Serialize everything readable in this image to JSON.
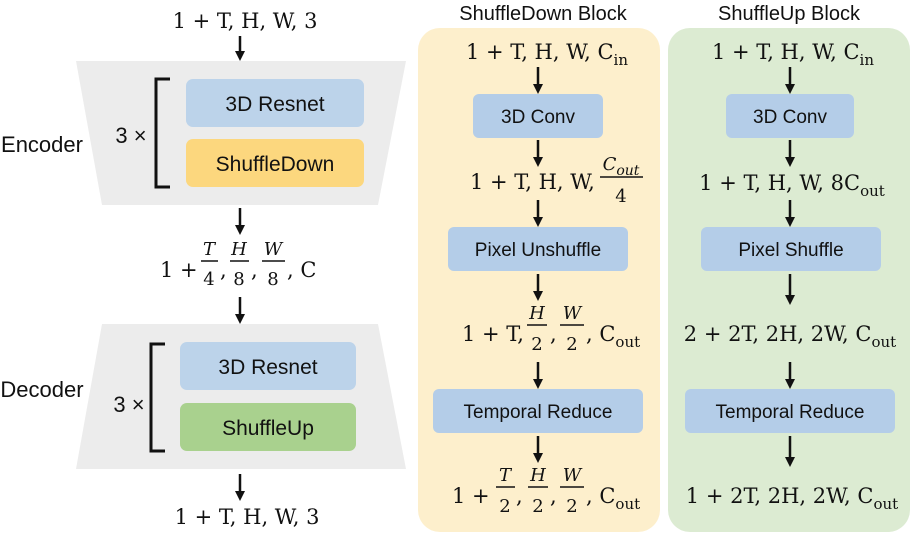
{
  "colors": {
    "trapezoid": "#ececec",
    "resnet_box": "#bcd3ea",
    "shuffledown_box": "#fcd77e",
    "shuffleup_box": "#a9d18e",
    "down_panel": "#fdefcc",
    "up_panel": "#dcebd2",
    "op_box": "#b4cde8",
    "ink": "#111111"
  },
  "left": {
    "input_shape": "1 + T, H, W, 3",
    "encoder": {
      "label": "Encoder",
      "repeat": "3 ×",
      "block1": "3D Resnet",
      "block2": "ShuffleDown"
    },
    "latent_shape": {
      "prefix": "1 +",
      "f1_num": "T",
      "f1_den": "4",
      "f2_num": "H",
      "f2_den": "8",
      "f3_num": "W",
      "f3_den": "8",
      "suffix": ", C"
    },
    "decoder": {
      "label": "Decoder",
      "repeat": "3 ×",
      "block1": "3D Resnet",
      "block2": "ShuffleUp"
    },
    "output_shape": "1 + T, H, W, 3"
  },
  "shuffledown": {
    "title": "ShuffleDown Block",
    "s1": {
      "main": "1 + T, H, W, C",
      "sub": "in"
    },
    "op1": "3D Conv",
    "s2": {
      "prefix": "1 + T, H, W,",
      "num_main": "C",
      "num_sub": "out",
      "den": "4"
    },
    "op2": "Pixel Unshuffle",
    "s3": {
      "prefix": "1 + T,",
      "f1_num": "H",
      "f1_den": "2",
      "f2_num": "W",
      "f2_den": "2",
      "suffix_main": ", C",
      "suffix_sub": "out"
    },
    "op3": "Temporal Reduce",
    "s4": {
      "prefix": "1 +",
      "f1_num": "T",
      "f1_den": "2",
      "f2_num": "H",
      "f2_den": "2",
      "f3_num": "W",
      "f3_den": "2",
      "suffix_main": ", C",
      "suffix_sub": "out"
    }
  },
  "shuffleup": {
    "title": "ShuffleUp Block",
    "s1": {
      "main": "1 + T, H, W, C",
      "sub": "in"
    },
    "op1": "3D Conv",
    "s2": {
      "main": "1 + T, H, W, 8C",
      "sub": "out"
    },
    "op2": "Pixel Shuffle",
    "s3": {
      "main": "2 + 2T, 2H, 2W, C",
      "sub": "out"
    },
    "op3": "Temporal Reduce",
    "s4": {
      "main": "1 + 2T, 2H, 2W, C",
      "sub": "out"
    }
  }
}
